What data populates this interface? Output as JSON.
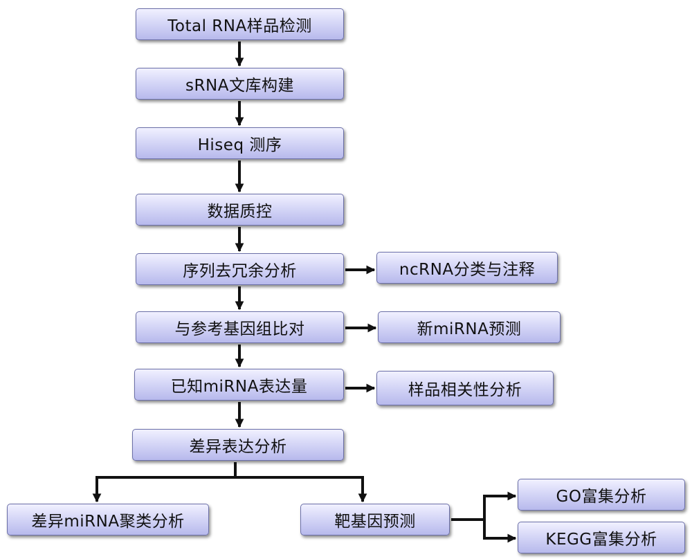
{
  "flow": {
    "total_rna": "Total RNA样品检测",
    "srna_library": "sRNA文库构建",
    "hiseq": "Hiseq 测序",
    "qc": "数据质控",
    "dedup": "序列去冗余分析",
    "align": "与参考基因组比对",
    "known_mirna": "已知miRNA表达量",
    "diff_expr": "差异表达分析"
  },
  "side": {
    "ncrna": "ncRNA分类与注释",
    "novel_mirna": "新miRNA预测",
    "sample_corr": "样品相关性分析"
  },
  "bottom": {
    "cluster": "差异miRNA聚类分析",
    "target": "靶基因预测",
    "go": "GO富集分析",
    "kegg": "KEGG富集分析"
  },
  "colors": {
    "box_border": "#6b6fa8",
    "box_fill_top": "#f1f1ff",
    "box_fill_bottom": "#b7b9ec",
    "arrow": "#111111"
  }
}
